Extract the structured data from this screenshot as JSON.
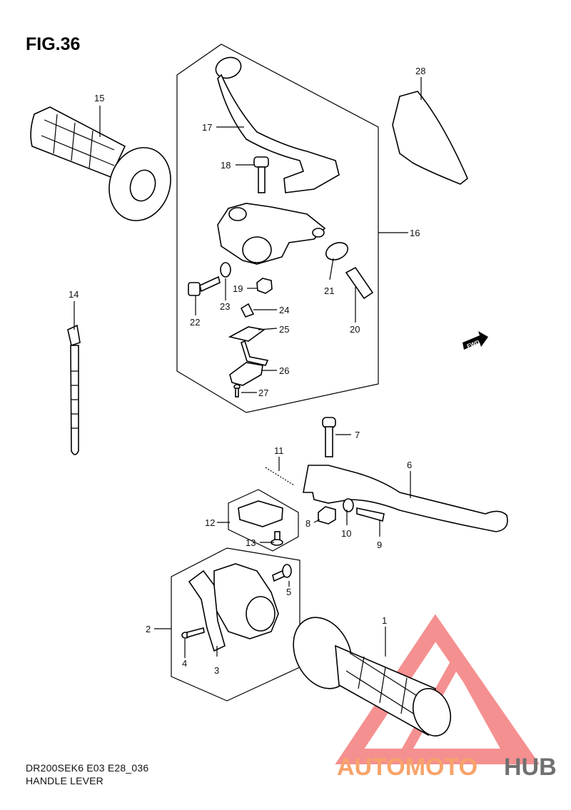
{
  "figure": {
    "title": "FIG.36",
    "code": "DR200SEK6 E03 E28_036",
    "name": "HANDLE LEVER"
  },
  "parts": [
    {
      "id": "p1",
      "label": "1"
    },
    {
      "id": "p2",
      "label": "2"
    },
    {
      "id": "p3",
      "label": "3"
    },
    {
      "id": "p4",
      "label": "4"
    },
    {
      "id": "p5",
      "label": "5"
    },
    {
      "id": "p6",
      "label": "6"
    },
    {
      "id": "p7",
      "label": "7"
    },
    {
      "id": "p8",
      "label": "8"
    },
    {
      "id": "p9",
      "label": "9"
    },
    {
      "id": "p10",
      "label": "10"
    },
    {
      "id": "p11",
      "label": "11"
    },
    {
      "id": "p12",
      "label": "12"
    },
    {
      "id": "p13",
      "label": "13"
    },
    {
      "id": "p14",
      "label": "14"
    },
    {
      "id": "p15",
      "label": "15"
    },
    {
      "id": "p16",
      "label": "16"
    },
    {
      "id": "p17",
      "label": "17"
    },
    {
      "id": "p18",
      "label": "18"
    },
    {
      "id": "p19",
      "label": "19"
    },
    {
      "id": "p20",
      "label": "20"
    },
    {
      "id": "p21",
      "label": "21"
    },
    {
      "id": "p22",
      "label": "22"
    },
    {
      "id": "p23",
      "label": "23"
    },
    {
      "id": "p24",
      "label": "24"
    },
    {
      "id": "p25",
      "label": "25"
    },
    {
      "id": "p26",
      "label": "26"
    },
    {
      "id": "p27",
      "label": "27"
    },
    {
      "id": "p28",
      "label": "28"
    }
  ],
  "direction_tag": {
    "label": "FWD"
  },
  "watermark": {
    "part_a": "AUTOMOTO",
    "part_b": "HUB",
    "color_a": "#f7a36a",
    "color_b": "#707070",
    "logo_color": "#f26b6b"
  }
}
